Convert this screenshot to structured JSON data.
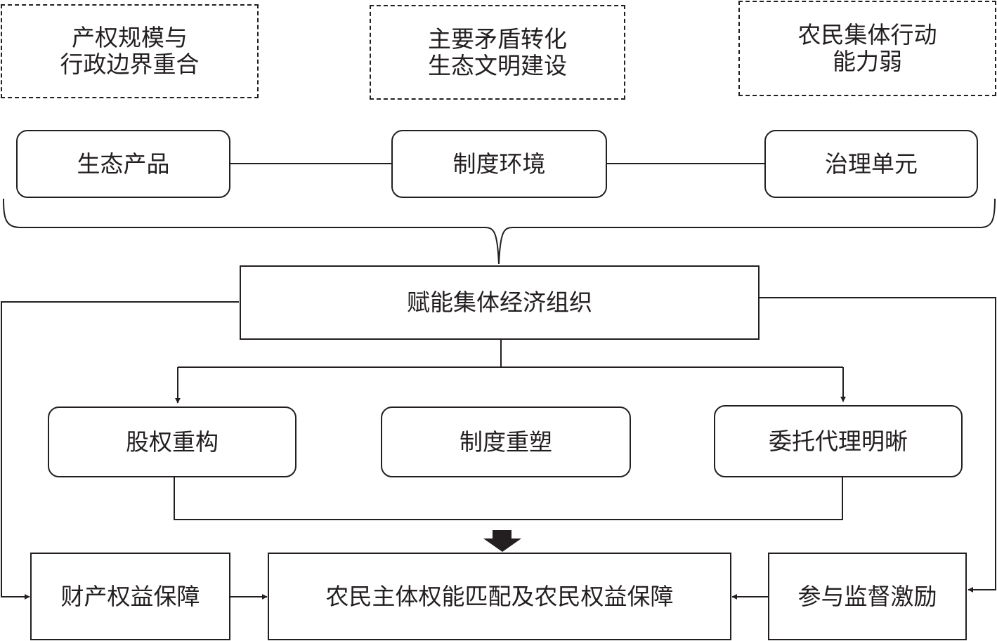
{
  "context": [
    {
      "line1": "产权规模与",
      "line2": "行政边界重合"
    },
    {
      "line1": "主要矛盾转化",
      "line2": "生态文明建设"
    },
    {
      "line1": "农民集体行动",
      "line2": "能力弱"
    }
  ],
  "dimensions": [
    "生态产品",
    "制度环境",
    "治理单元"
  ],
  "core": "赋能集体经济组织",
  "measures": [
    "股权重构",
    "制度重塑",
    "委托代理明晰"
  ],
  "outcomes": {
    "left": "财产权益保障",
    "center": "农民主体权能匹配及农民权益保障",
    "right": "参与监督激励"
  },
  "colors": {
    "line": "#231f20",
    "background": "#ffffff"
  }
}
